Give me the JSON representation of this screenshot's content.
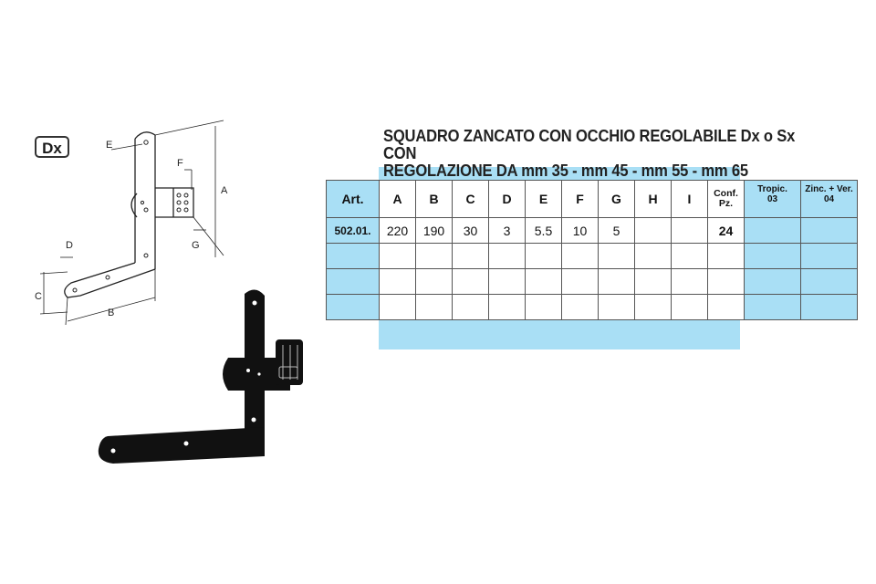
{
  "badge": {
    "side": "Dx"
  },
  "title": {
    "line1": "SQUADRO ZANCATO CON OCCHIO REGOLABILE Dx o Sx CON",
    "line2": "REGOLAZIONE DA mm 35 - mm 45 - mm 55 - mm 65"
  },
  "diagram": {
    "labels": {
      "a": "A",
      "b": "B",
      "c": "C",
      "d": "D",
      "e": "E",
      "f": "F",
      "g": "G"
    }
  },
  "table": {
    "headers": {
      "art": "Art.",
      "a": "A",
      "b": "B",
      "c": "C",
      "d": "D",
      "e": "E",
      "f": "F",
      "g": "G",
      "h": "H",
      "i": "I",
      "conf_1": "Conf.",
      "conf_2": "Pz.",
      "tropic_1": "Tropic.",
      "tropic_2": "03",
      "zinc_1": "Zinc. + Ver.",
      "zinc_2": "04"
    },
    "row1": {
      "art": "502.01.",
      "a": "220",
      "b": "190",
      "c": "30",
      "d": "3",
      "e": "5.5",
      "f": "10",
      "g": "5",
      "h": "",
      "i": "",
      "conf": "24",
      "tropic": "",
      "zinc": ""
    }
  },
  "colors": {
    "band_blue": "#a9dff5",
    "border": "#555555",
    "hinge_black": "#111111"
  }
}
